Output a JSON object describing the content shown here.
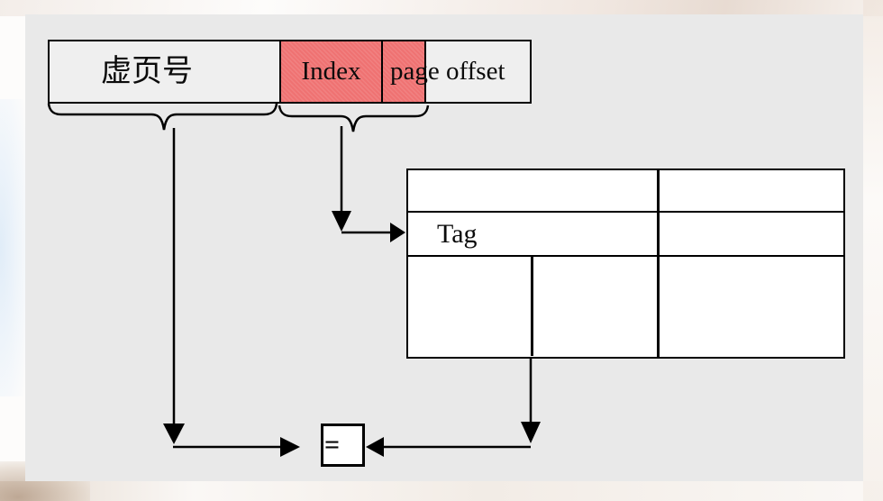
{
  "diagram": {
    "address_box": {
      "virtual_page_label": "虚页号",
      "index_label": "Index",
      "page_offset_label": "page offset"
    },
    "tlb_table": {
      "tag_label": "Tag"
    },
    "comparator": {
      "equals_label": "="
    },
    "colors": {
      "index_highlight": "#ef7272",
      "panel_gray": "#e9e9e9",
      "line_black": "#000000"
    }
  }
}
